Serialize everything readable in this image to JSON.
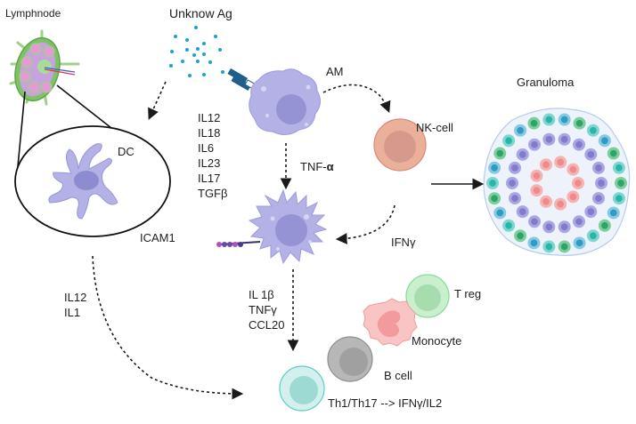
{
  "labels": {
    "lymphnode": "Lymphnode",
    "unknown_ag": "Unknow Ag",
    "am": "AM",
    "dc": "DC",
    "icam1": "ICAM1",
    "tnf_alpha_prefix": "TNF-",
    "tnf_alpha_symbol": "α",
    "nk_cell": "NK-cell",
    "ifn_gamma": "IFNγ",
    "granuloma": "Granuloma",
    "t_reg": "T reg",
    "monocyte": "Monocyte",
    "b_cell": "B cell",
    "th1_th17": "Th1/Th17 --> IFNγ/IL2"
  },
  "cytokines_am": [
    "IL12",
    "IL18",
    "IL6",
    "IL23",
    "IL17",
    "TGFβ"
  ],
  "cytokines_activated": [
    "IL 1β",
    "TNFγ",
    "CCL20"
  ],
  "cytokines_dc": [
    "IL12",
    "IL1"
  ],
  "colors": {
    "macrophage": "#b3b1e6",
    "macrophage_nucleus": "#9290d2",
    "antigen": "#1aa3d6",
    "nk_cell": "#eab09a",
    "t_reg": "#bfe9c3",
    "monocyte": "#f7a9aa",
    "b_cell": "#a9a9a9",
    "th_cell": "#bde8e6"
  }
}
